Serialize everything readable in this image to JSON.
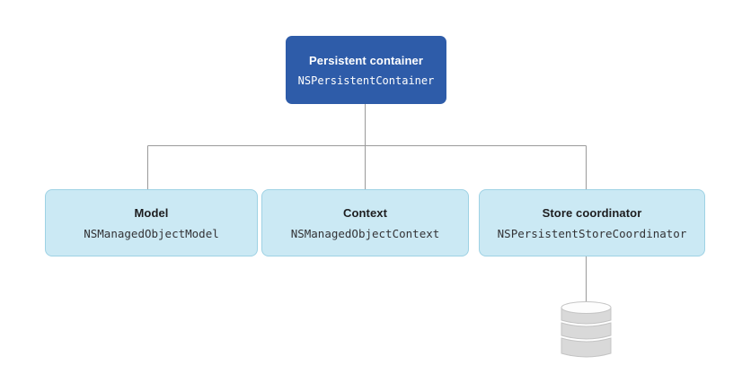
{
  "diagram": {
    "nodes": {
      "persistent_container": {
        "title": "Persistent container",
        "subtitle": "NSPersistentContainer"
      },
      "model": {
        "title": "Model",
        "subtitle": "NSManagedObjectModel"
      },
      "context": {
        "title": "Context",
        "subtitle": "NSManagedObjectContext"
      },
      "store_coordinator": {
        "title": "Store coordinator",
        "subtitle": "NSPersistentStoreCoordinator"
      }
    },
    "edges": [
      {
        "from": "persistent_container",
        "to": "model"
      },
      {
        "from": "persistent_container",
        "to": "context"
      },
      {
        "from": "persistent_container",
        "to": "store_coordinator"
      },
      {
        "from": "store_coordinator",
        "to": "database"
      }
    ],
    "icons": {
      "store": "database-icon"
    }
  },
  "colors": {
    "node_primary_bg": "#2e5ca9",
    "node_primary_text": "#ffffff",
    "node_secondary_bg": "#cbe9f4",
    "node_secondary_border": "#9ed2e4",
    "node_title_text": "#1d1d1f",
    "node_subtitle_text": "#333336",
    "connector": "#9a9a9a",
    "database_fill": "#d9d9d9",
    "database_stroke": "#c4c4c4",
    "database_top": "#fdfdfd",
    "background": "#ffffff"
  }
}
